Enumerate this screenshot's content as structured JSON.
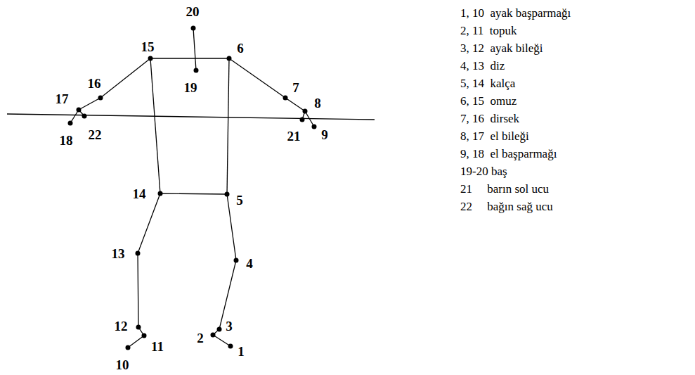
{
  "diagram": {
    "labels": [
      "20",
      "19",
      "15",
      "6",
      "16",
      "17",
      "18",
      "22",
      "7",
      "8",
      "21",
      "9",
      "14",
      "5",
      "13",
      "4",
      "12",
      "11",
      "10",
      "3",
      "2",
      "1",
      "1, 10  ayak başparmağı",
      "2, 11  topuk",
      "3, 12  ayak bileği",
      "4, 13  diz",
      "5, 14  kalça",
      "6, 15  omuz",
      "7, 16  dirsek",
      "8, 17  el bileği",
      "9, 18  el başparmağı",
      "19-20 baş",
      "21     barın sol ucu",
      "22     bağın sağ ucu"
    ]
  }
}
